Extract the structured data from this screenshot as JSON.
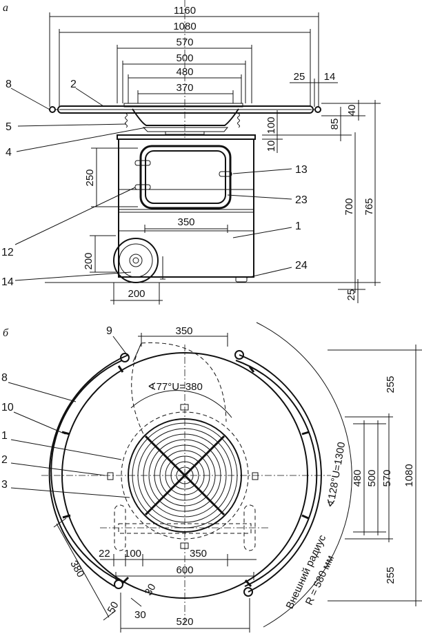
{
  "panels": {
    "top": "а",
    "bottom": "б"
  },
  "elevation": {
    "dims_top": [
      "1160",
      "1080",
      "570",
      "500",
      "480",
      "370"
    ],
    "dims_right_small": [
      "25",
      "14"
    ],
    "dims_vertical": [
      "40",
      "85",
      "100",
      "10",
      "700",
      "765",
      "25",
      "250",
      "200"
    ],
    "dims_inner": [
      "350",
      "200"
    ],
    "callouts_left": [
      "8",
      "2",
      "5",
      "4",
      "12",
      "14"
    ],
    "callouts_right": [
      "13",
      "23",
      "1",
      "24"
    ]
  },
  "plan": {
    "dim_top": "350",
    "arc_top": "∢77°U=380",
    "arc_right": "∢128°U=1300",
    "radius_note_1": "Внешний радиус",
    "radius_note_2": "R = 580 мм",
    "dims_right": [
      "255",
      "480",
      "500",
      "570",
      "1080",
      "255"
    ],
    "dims_bottom": [
      "22",
      "100",
      "350",
      "600",
      "520",
      "50",
      "30",
      "30"
    ],
    "dim_diag": "380",
    "callouts": [
      "9",
      "8",
      "10",
      "1",
      "2",
      "3"
    ]
  }
}
